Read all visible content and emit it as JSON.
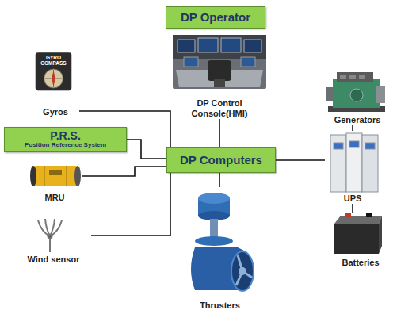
{
  "diagram": {
    "nodes": [
      {
        "text": [
          "DP Operator"
        ]
      },
      {
        "text": [
          "DP Control Console(HMI)"
        ]
      },
      {
        "text": [
          "Gyros"
        ]
      },
      {
        "text": [
          "Generators"
        ]
      },
      {
        "text": [
          "P.R.S.",
          "Position Reference System"
        ]
      },
      {
        "text": [
          "DP Computers"
        ]
      },
      {
        "text": [
          "UPS"
        ]
      },
      {
        "text": [
          "MRU"
        ]
      },
      {
        "text": [
          "Wind sensor"
        ]
      },
      {
        "text": [
          "Thrusters"
        ]
      },
      {
        "text": [
          "Batteries"
        ]
      }
    ],
    "edges": [
      {
        "from": 1,
        "to": 5,
        "arrow": "none"
      },
      {
        "from": 2,
        "to": 5,
        "arrow": "none"
      },
      {
        "from": 4,
        "to": 5,
        "arrow": "none"
      },
      {
        "from": 7,
        "to": 5,
        "arrow": "none"
      },
      {
        "from": 8,
        "to": 5,
        "arrow": "none"
      },
      {
        "from": 5,
        "to": 9,
        "arrow": "none"
      },
      {
        "from": 5,
        "to": 6,
        "arrow": "none"
      },
      {
        "from": 3,
        "to": 6,
        "arrow": "none"
      },
      {
        "from": 6,
        "to": 10,
        "arrow": "none"
      }
    ],
    "labels": [
      "GYRO COMPASS"
    ]
  }
}
